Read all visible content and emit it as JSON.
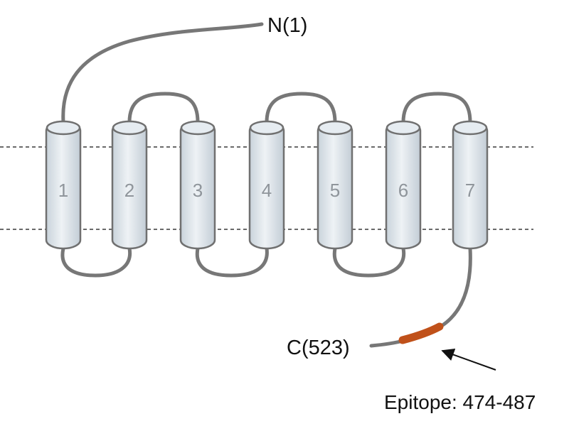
{
  "n_terminus": "N(1)",
  "c_terminus": "C(523)",
  "epitope_label": "Epitope: 474-487",
  "helices": [
    "1",
    "2",
    "3",
    "4",
    "5",
    "6",
    "7"
  ],
  "colors": {
    "chain": "#777777",
    "helix_fill": "#dfe7ed",
    "helix_stroke": "#707070",
    "epitope": "#c0511a",
    "membrane": "#6a6a6a",
    "text": "#111111"
  }
}
